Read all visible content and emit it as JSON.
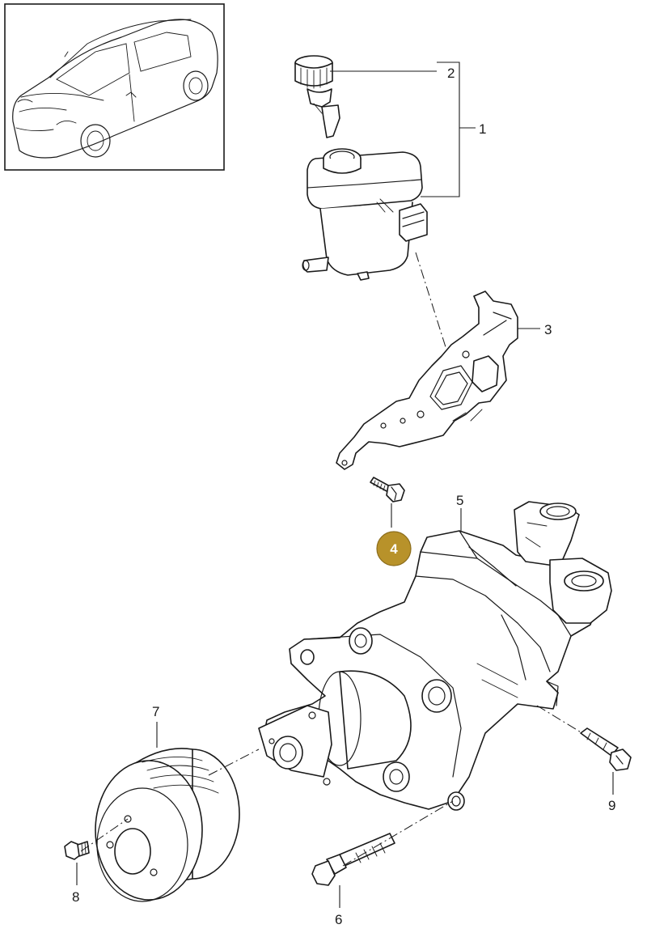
{
  "callouts": {
    "c1": "1",
    "c2": "2",
    "c3": "3",
    "c4": "4",
    "c5": "5",
    "c6": "6",
    "c7": "7",
    "c8": "8",
    "c9": "9"
  },
  "highlight": {
    "part": "4",
    "color": "#b8922a"
  },
  "icons": {
    "vehicle": "sedan-car-overview-icon"
  }
}
